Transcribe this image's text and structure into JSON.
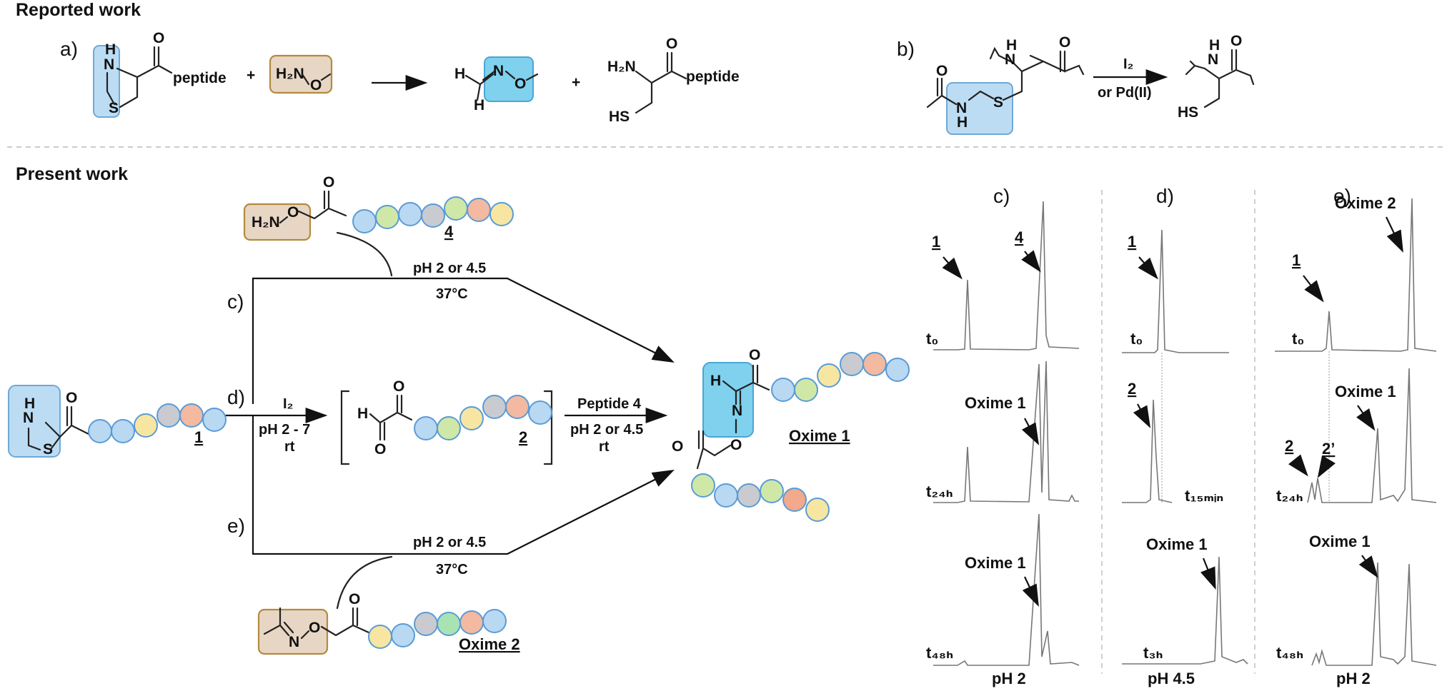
{
  "headers": {
    "reported": "Reported work",
    "present": "Present work"
  },
  "top_a": {
    "panel": "a)",
    "peptide": "peptide",
    "plus1": "+",
    "plus2": "+",
    "H2N": "H₂N",
    "O": "O",
    "N": "N",
    "H": "H",
    "S": "S",
    "NH": "H",
    "HS": "HS",
    "H2N_prod": "H₂N",
    "peptide2": "peptide"
  },
  "top_b": {
    "panel": "b)",
    "reagent1": "I₂",
    "reagent2": "or Pd(II)",
    "NH": "H",
    "N": "N",
    "S": "S",
    "O": "O",
    "HS": "HS"
  },
  "scheme": {
    "compound1": "1",
    "compound2": "2",
    "compound4": "4",
    "oxime1": "Oxime 1",
    "oxime2": "Oxime 2",
    "route_c": "c)",
    "route_d": "d)",
    "route_e": "e)",
    "cond_c1": "pH 2 or 4.5",
    "cond_c2": "37°C",
    "cond_d1": "I₂",
    "cond_d2": "pH 2 - 7",
    "cond_d3": "rt",
    "cond_p1": "Peptide 4",
    "cond_p2": "pH 2 or 4.5",
    "cond_p3": "rt",
    "cond_e1": "pH 2 or 4.5",
    "cond_e2": "37°C",
    "atoms": {
      "O": "O",
      "N": "N",
      "H": "H",
      "S": "S",
      "H2N": "H₂N"
    }
  },
  "colors": {
    "ball_blue": "#b9d8f2",
    "ball_green": "#cfe8a8",
    "ball_yellow": "#f6e6a2",
    "ball_gray": "#c9cbd0",
    "ball_salmon": "#f3b9a1",
    "ball_orange": "#f2a98c",
    "ball_mint": "#a9e3b4",
    "ball_stroke": "#5b9bd5"
  },
  "hplc": {
    "panel_c": {
      "label": "c)",
      "ph": "pH 2",
      "traces": [
        {
          "time": "t₀",
          "labels": [
            "1",
            "4"
          ]
        },
        {
          "time": "t₂₄ₕ",
          "labels": [
            "Oxime 1"
          ]
        },
        {
          "time": "t₄₈ₕ",
          "labels": [
            "Oxime 1"
          ]
        }
      ]
    },
    "panel_d": {
      "label": "d)",
      "ph": "pH 4.5",
      "traces": [
        {
          "time": "t₀",
          "labels": [
            "1"
          ]
        },
        {
          "time": "t₁₅ₘᵢₙ",
          "labels": [
            "2"
          ]
        },
        {
          "time": "t₃ₕ",
          "labels": [
            "Oxime 1"
          ]
        }
      ]
    },
    "panel_e": {
      "label": "e)",
      "ph": "pH 2",
      "traces": [
        {
          "time": "t₀",
          "labels": [
            "1",
            "Oxime 2"
          ]
        },
        {
          "time": "t₂₄ₕ",
          "labels": [
            "2",
            "2’",
            "Oxime 1"
          ]
        },
        {
          "time": "t₄₈ₕ",
          "labels": [
            "Oxime 1"
          ]
        }
      ]
    }
  }
}
